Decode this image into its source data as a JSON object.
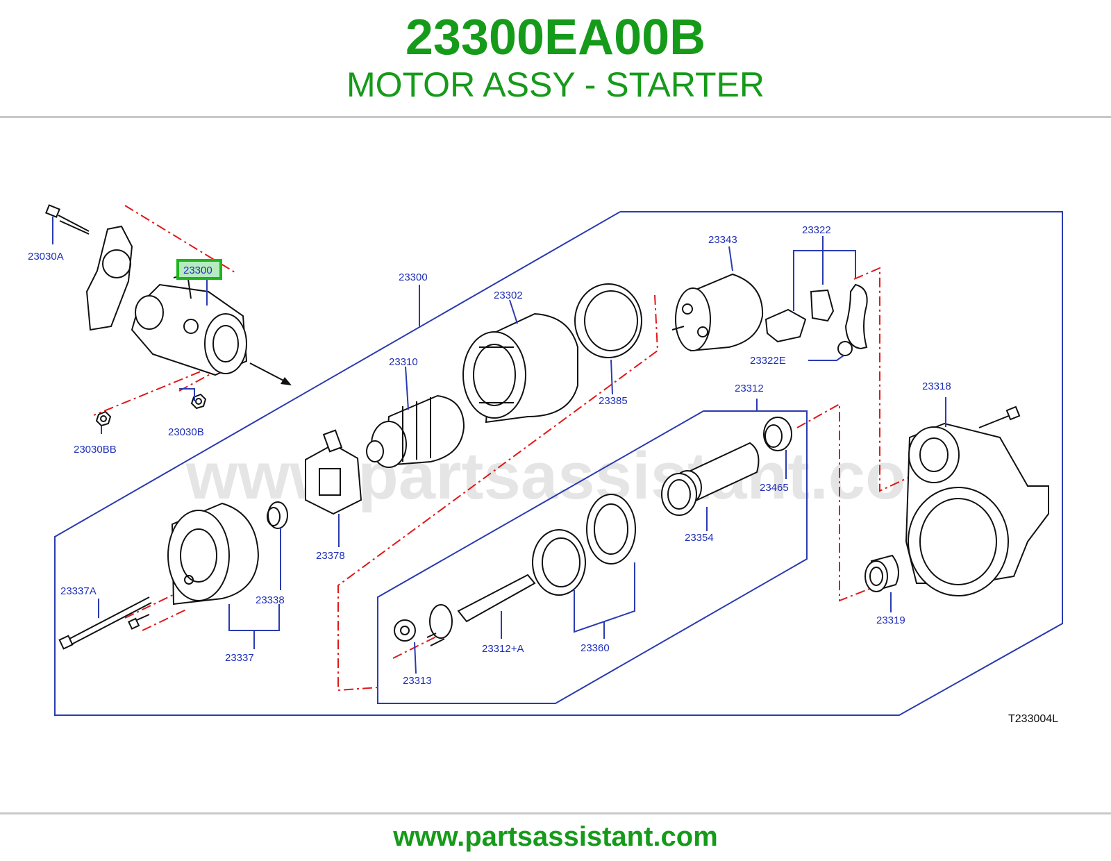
{
  "header": {
    "part_number": "23300EA00B",
    "part_name": "MOTOR ASSY - STARTER"
  },
  "diagram": {
    "watermark": "www.partsassistant.com",
    "drawing_code": "T233004L",
    "highlight_color": "#1db51d",
    "label_color": "#1f2fb8",
    "callouts": [
      "23030A",
      "23300",
      "23030B",
      "23030BB",
      "23300",
      "23302",
      "23310",
      "23385",
      "23343",
      "23322",
      "23322E",
      "23312",
      "23318",
      "23378",
      "23465",
      "23354",
      "23337A",
      "23338",
      "23337",
      "23360",
      "23312+A",
      "23313",
      "23319"
    ]
  },
  "footer": {
    "url": "www.partsassistant.com"
  }
}
